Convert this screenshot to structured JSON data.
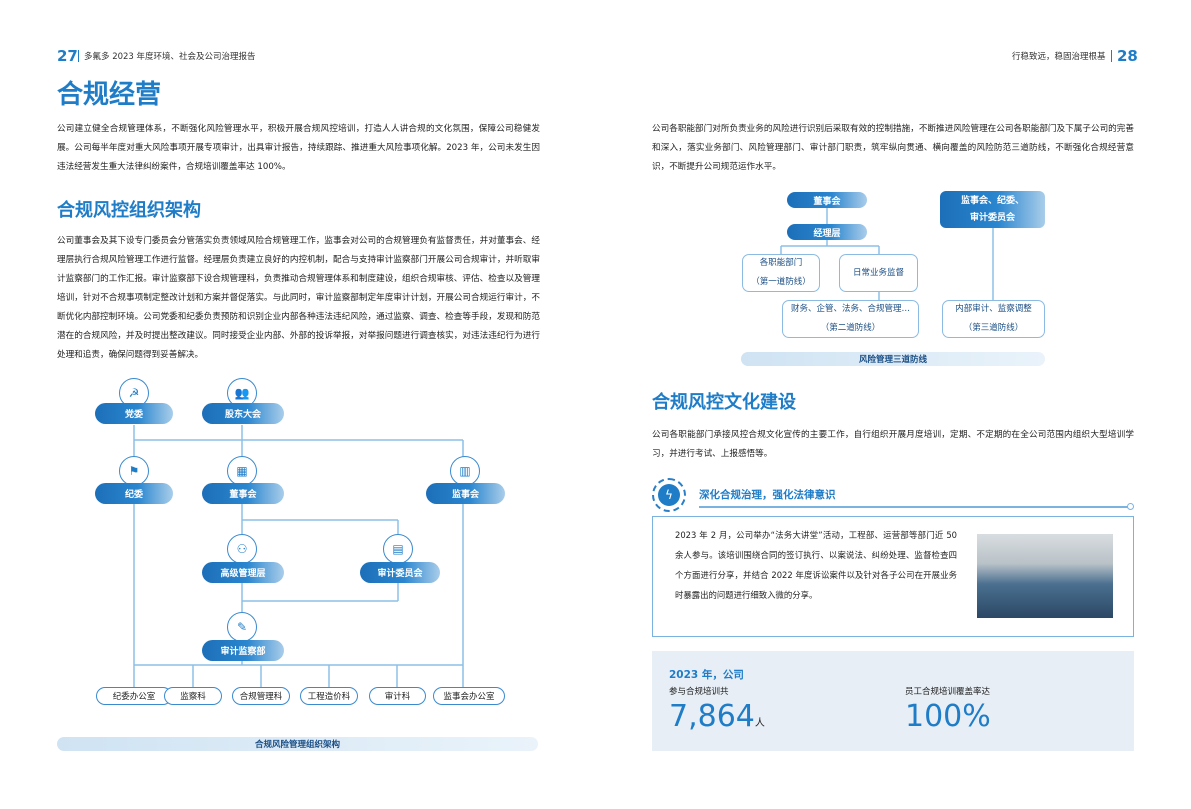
{
  "header": {
    "left_page": "27",
    "left_title": "多氟多 2023 年度环境、社会及公司治理报告",
    "right_title": "行稳致远，稳固治理根基",
    "right_page": "28"
  },
  "left": {
    "title": "合规经营",
    "intro": "公司建立健全合规管理体系，不断强化风险管理水平，积极开展合规风控培训，打造人人讲合规的文化氛围，保障公司稳健发展。公司每半年度对重大风险事项开展专项审计，出具审计报告，持续跟踪、推进重大风险事项化解。2023 年，公司未发生因违法经营发生重大法律纠纷案件，合规培训覆盖率达 100%。",
    "section_title": "合规风控组织架构",
    "section_text": "公司董事会及其下设专门委员会分管落实负责领域风险合规管理工作，监事会对公司的合规管理负有监督责任，并对董事会、经理层执行合规风险管理工作进行监督。经理层负责建立良好的内控机制，配合与支持审计监察部门开展公司合规审计，并听取审计监察部门的工作汇报。审计监察部下设合规管理科，负责推动合规管理体系和制度建设，组织合规审核、评估、检查以及管理培训，针对不合规事项制定整改计划和方案并督促落实。与此同时，审计监察部制定年度审计计划，开展公司合规运行审计，不断优化内部控制环境。公司党委和纪委负责预防和识别企业内部各种违法违纪风险，通过监察、调查、检查等手段，发现和防范潜在的合规风险，并及时提出整改建议。同时接受企业内部、外部的投诉举报，对举报问题进行调查核实，对违法违纪行为进行处理和追责，确保问题得到妥善解决。",
    "org": {
      "party": "党委",
      "shareholders": "股东大会",
      "discipline": "纪委",
      "board": "董事会",
      "supervisors": "监事会",
      "senior": "高级管理层",
      "audit_committee": "审计委员会",
      "audit_dept": "审计监察部",
      "bottom": [
        "纪委办公室",
        "监察科",
        "合规管理科",
        "工程造价科",
        "审计科",
        "监事会办公室"
      ],
      "caption": "合规风险管理组织架构"
    }
  },
  "right": {
    "intro": "公司各职能部门对所负责业务的风险进行识别后采取有效的控制措施，不断推进风险管理在公司各职能部门及下属子公司的完善和深入，落实业务部门、风险管理部门、审计部门职责，筑牢纵向贯通、横向覆盖的风险防范三道防线，不断强化合规经营意识，不断提升公司规范运作水平。",
    "lines": {
      "board": "董事会",
      "mgmt": "经理层",
      "func1": "各职能部门",
      "func2": "（第一道防线）",
      "daily": "日常业务监督",
      "fin1": "财务、企管、法务、合规管理…",
      "fin2": "（第二道防线）",
      "sup1": "监事会、纪委、",
      "sup2": "审计委员会",
      "int1": "内部审计、监察调整",
      "int2": "（第三道防线）",
      "caption": "风险管理三道防线"
    },
    "section_title": "合规风控文化建设",
    "section_text": "公司各职能部门承接风控合规文化宣传的主要工作，自行组织开展月度培训，定期、不定期的在全公司范围内组织大型培训学习，并进行考试、上报感悟等。",
    "callout_title": "深化合规治理，强化法律意识",
    "callout_text": "2023 年 2 月，公司举办“法务大讲堂”活动，工程部、运营部等部门近 50 余人参与。该培训围绕合同的签订执行、以案说法、纠纷处理、监督检查四个方面进行分享，并结合 2022 年度诉讼案件以及针对各子公司在开展业务时暴露出的问题进行细致入微的分享。",
    "stats": {
      "year": "2023 年，公司",
      "label1": "参与合规培训共",
      "value1": "7,864",
      "unit1": "人",
      "label2": "员工合规培训覆盖率达",
      "value2": "100%"
    }
  }
}
